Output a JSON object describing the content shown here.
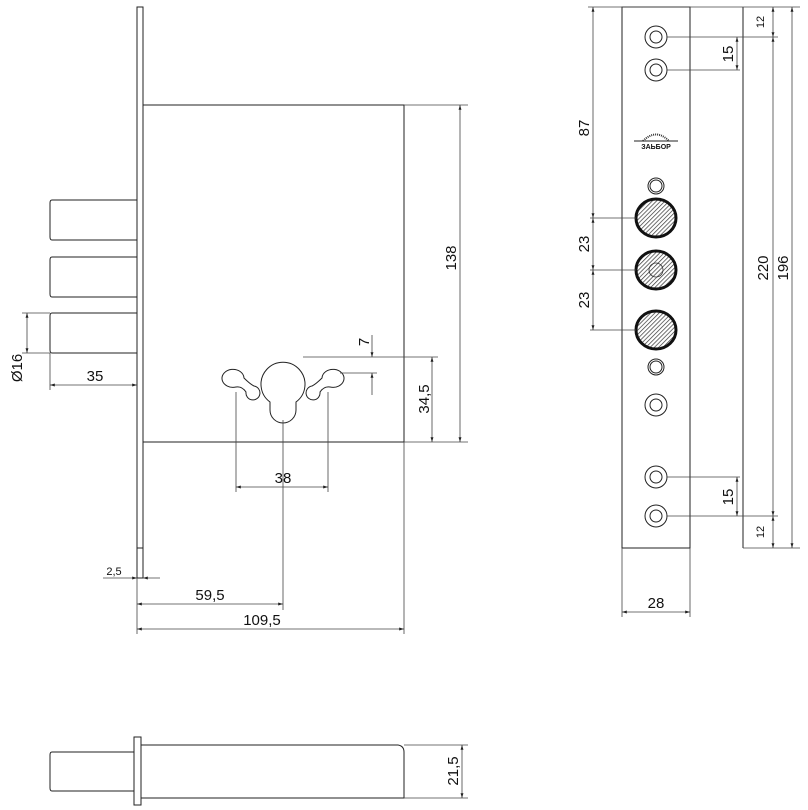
{
  "front_view": {
    "dims": {
      "height_body": "138",
      "cylinder_offset": "34,5",
      "cylinder_top": "7",
      "spacing_38": "38",
      "backset": "59,5",
      "depth": "109,5",
      "faceplate_thickness": "2,5",
      "bolt_throw": "35",
      "bolt_diameter": "Ø16"
    }
  },
  "faceplate_view": {
    "logo_text": "ЗАЬБОР",
    "dims": {
      "top_to_bolt": "87",
      "bolt_pitch_1": "23",
      "bolt_pitch_2": "23",
      "screw_pitch_top": "15",
      "screw_pitch_bottom": "15",
      "edge_top": "12",
      "edge_bottom": "12",
      "screw_span": "220",
      "body_length": "196",
      "width": "28"
    }
  },
  "bottom_view": {
    "dims": {
      "thickness": "21,5"
    }
  },
  "colors": {
    "line": "#222222",
    "background": "#ffffff"
  }
}
